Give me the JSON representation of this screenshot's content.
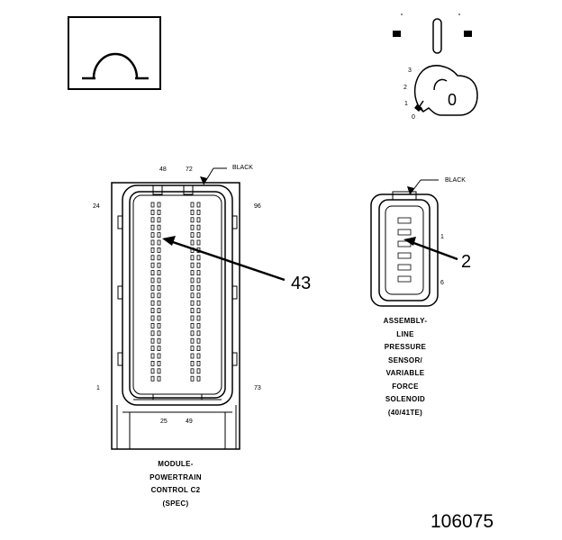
{
  "ohmmeter_symbol": "Ω",
  "key_switch": {
    "positions": [
      "3",
      "2",
      "1",
      "0"
    ],
    "key_label": "0"
  },
  "pcm_connector": {
    "color_label": "BLACK",
    "pins": {
      "top_left": "48",
      "top_right": "72",
      "left_top": "24",
      "right_top": "96",
      "left_bottom": "1",
      "right_bottom": "73",
      "bottom_left": "25",
      "bottom_right": "49"
    },
    "callout": "43",
    "caption_lines": [
      "MODULE-",
      "POWERTRAIN",
      "CONTROL C2",
      "(SPEC)"
    ]
  },
  "sensor_connector": {
    "color_label": "BLACK",
    "pin_top": "1",
    "pin_bottom": "6",
    "callout": "2",
    "caption_lines": [
      "ASSEMBLY-",
      "LINE",
      "PRESSURE",
      "SENSOR/",
      "VARIABLE",
      "FORCE",
      "SOLENOID",
      "(40/41TE)"
    ]
  },
  "document_number": "106075"
}
